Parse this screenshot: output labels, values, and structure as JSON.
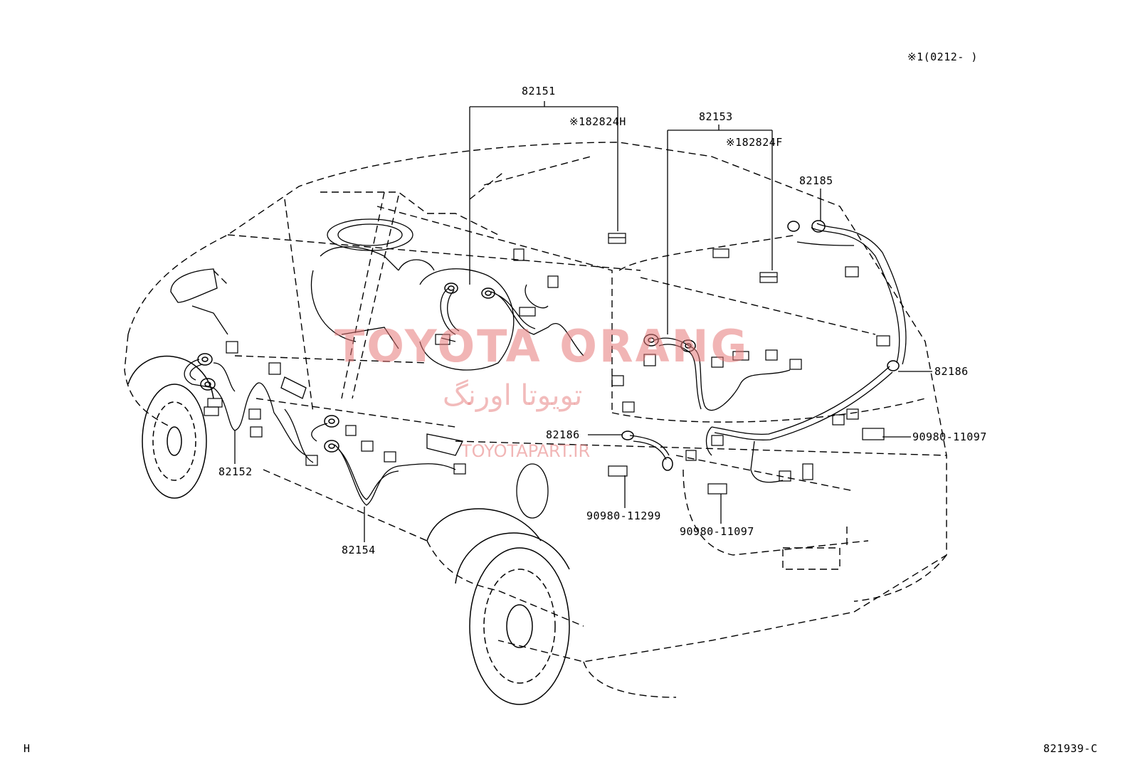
{
  "header_note": "※1(0212-     )",
  "parts": {
    "p82151": "82151",
    "p82824H": "※182824H",
    "p82153": "82153",
    "p82824F": "※182824F",
    "p82185": "82185",
    "p82186_right": "82186",
    "p82186_center": "82186",
    "p90980_11097_right": "90980-11097",
    "p90980_11299": "90980-11299",
    "p90980_11097_center": "90980-11097",
    "p82152": "82152",
    "p82154": "82154"
  },
  "watermark": {
    "brand": "TOYOTA ORANG",
    "brand_fa": "تویوتا اورنگ",
    "site": "TOYOTAPART.IR"
  },
  "footer": {
    "left_code": "H",
    "diagram_code": "821939-C"
  }
}
